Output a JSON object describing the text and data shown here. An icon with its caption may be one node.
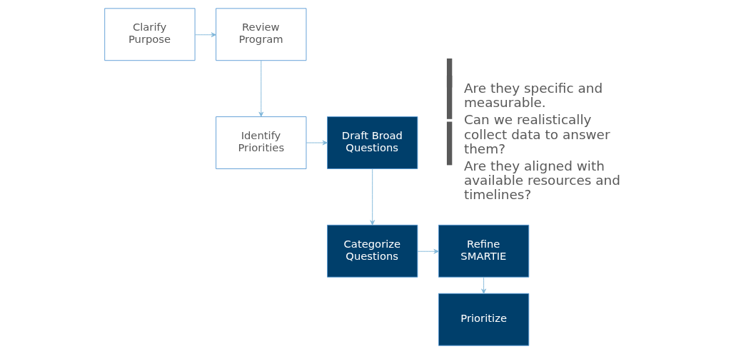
{
  "diagram": {
    "nodes": [
      {
        "text": [
          "Clarify Purpose"
        ]
      },
      {
        "text": [
          "Review Program"
        ]
      },
      {
        "text": [
          "Identify Priorities"
        ]
      },
      {
        "text": [
          "Draft Broad Questions"
        ]
      },
      {
        "text": [
          "Categorize Questions"
        ]
      },
      {
        "text": [
          "Refine SMARTIE"
        ]
      },
      {
        "text": [
          "Prioritize"
        ]
      }
    ],
    "edges": [
      {
        "from": 0,
        "to": 1,
        "arrow": "to"
      },
      {
        "from": 1,
        "to": 2,
        "arrow": "to"
      },
      {
        "from": 2,
        "to": 3,
        "arrow": "to"
      },
      {
        "from": 3,
        "to": 4,
        "arrow": "to"
      },
      {
        "from": 4,
        "to": 5,
        "arrow": "to"
      },
      {
        "from": 5,
        "to": 6,
        "arrow": "to"
      }
    ],
    "labels": [
      "Are they specific and measurable.",
      "Can we realistically collect data to answer them?",
      "Are they aligned with available resources and timelines?"
    ]
  }
}
